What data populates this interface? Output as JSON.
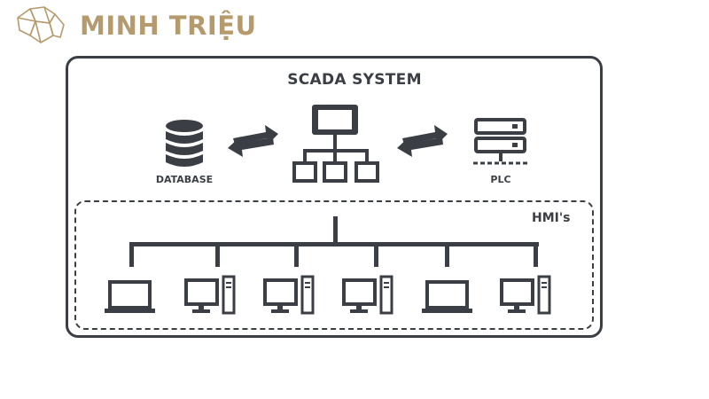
{
  "brand": {
    "name": "MINH TRIỆU",
    "logo_icon": "gem-crystal-logo",
    "color": "#b59a6d"
  },
  "diagram": {
    "title": "SCADA SYSTEM",
    "nodes": {
      "database": "DATABASE",
      "plc": "PLC",
      "hmi_group": "HMI's"
    },
    "hmi_devices": [
      "laptop",
      "desktop-computer",
      "desktop-computer",
      "desktop-computer",
      "laptop",
      "desktop-computer"
    ],
    "line_color": "#3b3f45"
  }
}
